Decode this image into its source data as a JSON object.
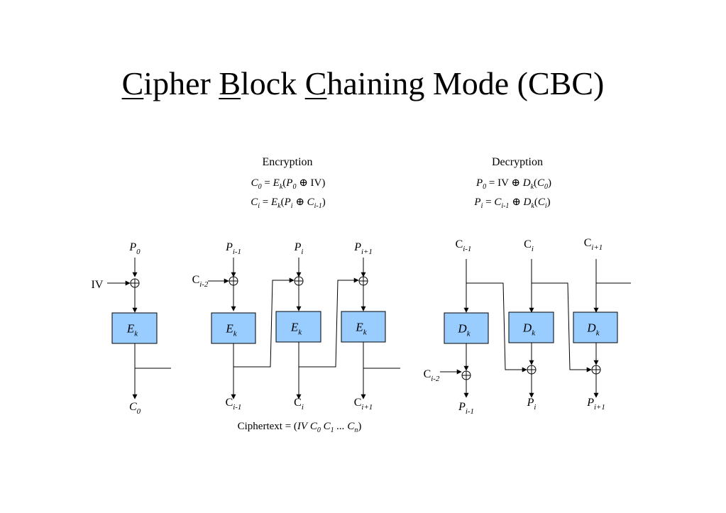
{
  "title": {
    "parts": [
      {
        "text": "C",
        "underline": true
      },
      {
        "text": "ipher ",
        "underline": false
      },
      {
        "text": "B",
        "underline": true
      },
      {
        "text": "lock ",
        "underline": false
      },
      {
        "text": "C",
        "underline": true
      },
      {
        "text": "haining Mode (CBC)",
        "underline": false
      }
    ]
  },
  "colors": {
    "block_fill": "#99ccff",
    "block_stroke": "#000000",
    "line": "#000000"
  },
  "encryption": {
    "heading": "Encryption",
    "formula_0": "C0 = Ek(P0 ⊕ IV)",
    "formula_i": "Ci = Ek(Pi ⊕ Ci-1)",
    "first_stage": {
      "plaintext": "P0",
      "iv": "IV",
      "block": "Ek",
      "output": "C0"
    },
    "chain": [
      {
        "plaintext": "Pi-1",
        "feedback_in": "Ci-2",
        "block": "Ek",
        "output": "Ci-1"
      },
      {
        "plaintext": "Pi",
        "block": "Ek",
        "output": "Ci"
      },
      {
        "plaintext": "Pi+1",
        "block": "Ek",
        "output": "Ci+1"
      }
    ],
    "ciphertext_caption": "Ciphertext = (IV C0 C1 ... Cn)"
  },
  "decryption": {
    "heading": "Decryption",
    "formula_0": "P0 = IV ⊕ Dk(C0)",
    "formula_i": "Pi = Ci-1 ⊕ Dk(Ci)",
    "chain": [
      {
        "ciphertext": "Ci-1",
        "feedback_in": "Ci-2",
        "block": "Dk",
        "output": "Pi-1"
      },
      {
        "ciphertext": "Ci",
        "block": "Dk",
        "output": "Pi"
      },
      {
        "ciphertext": "Ci+1",
        "block": "Dk",
        "output": "Pi+1"
      }
    ]
  },
  "icons": {
    "xor": "circled-plus-icon",
    "arrow": "arrowhead-icon"
  }
}
